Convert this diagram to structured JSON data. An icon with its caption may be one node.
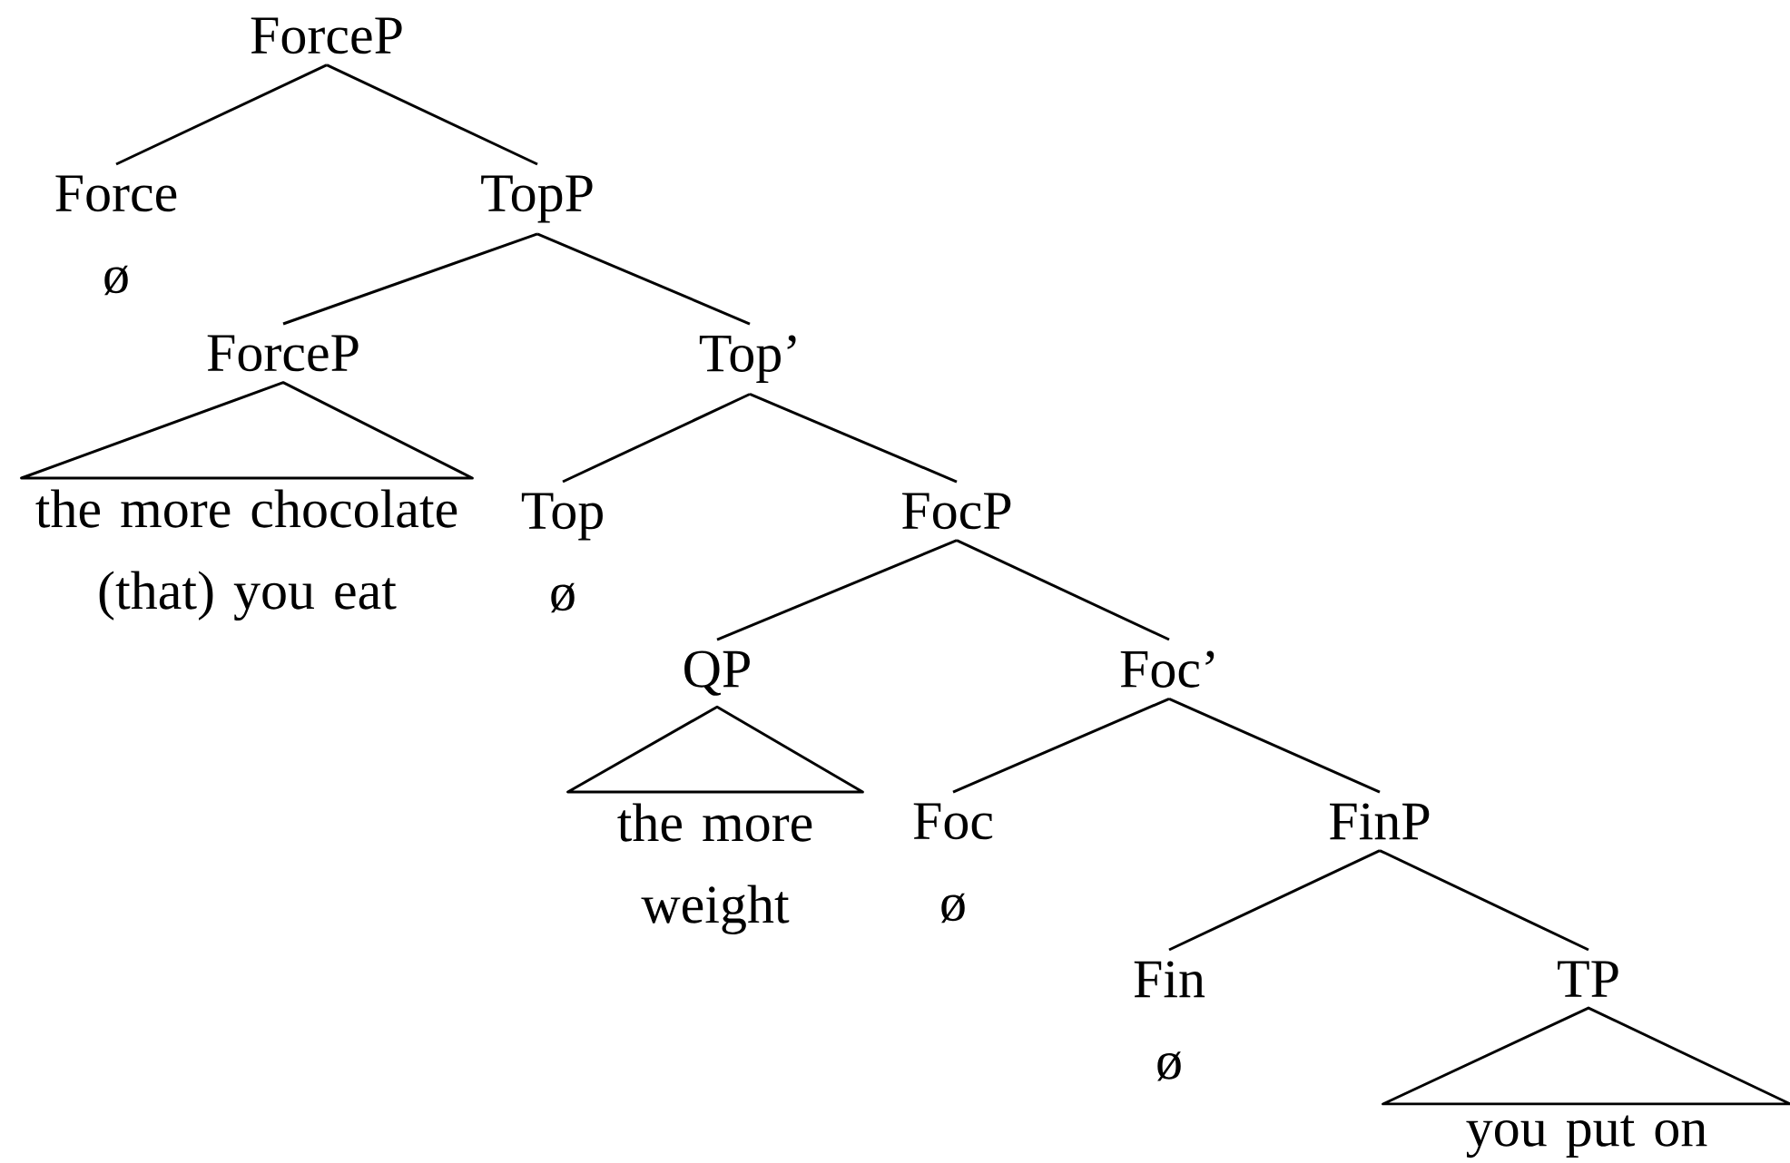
{
  "diagram": {
    "nodes": [
      {
        "text": [
          "ForceP"
        ]
      },
      {
        "text": [
          "Force",
          "ø"
        ]
      },
      {
        "text": [
          "TopP"
        ]
      },
      {
        "text": [
          "ForceP"
        ]
      },
      {
        "text": [
          "the more chocolate (that) you eat"
        ]
      },
      {
        "text": [
          "Top’"
        ]
      },
      {
        "text": [
          "Top",
          "ø"
        ]
      },
      {
        "text": [
          "FocP"
        ]
      },
      {
        "text": [
          "QP"
        ]
      },
      {
        "text": [
          "the more weight"
        ]
      },
      {
        "text": [
          "Foc’"
        ]
      },
      {
        "text": [
          "Foc",
          "ø"
        ]
      },
      {
        "text": [
          "FinP"
        ]
      },
      {
        "text": [
          "Fin",
          "ø"
        ]
      },
      {
        "text": [
          "TP"
        ]
      },
      {
        "text": [
          "you put on"
        ]
      }
    ],
    "edges": [
      {
        "from": 0,
        "to": 1,
        "arrow": "none"
      },
      {
        "from": 0,
        "to": 2,
        "arrow": "none"
      },
      {
        "from": 2,
        "to": 3,
        "arrow": "none"
      },
      {
        "from": 3,
        "to": 4,
        "arrow": "none"
      },
      {
        "from": 2,
        "to": 5,
        "arrow": "none"
      },
      {
        "from": 5,
        "to": 6,
        "arrow": "none"
      },
      {
        "from": 5,
        "to": 7,
        "arrow": "none"
      },
      {
        "from": 7,
        "to": 8,
        "arrow": "none"
      },
      {
        "from": 8,
        "to": 9,
        "arrow": "none"
      },
      {
        "from": 7,
        "to": 10,
        "arrow": "none"
      },
      {
        "from": 10,
        "to": 11,
        "arrow": "none"
      },
      {
        "from": 10,
        "to": 12,
        "arrow": "none"
      },
      {
        "from": 12,
        "to": 13,
        "arrow": "none"
      },
      {
        "from": 12,
        "to": 14,
        "arrow": "none"
      },
      {
        "from": 14,
        "to": 15,
        "arrow": "none"
      }
    ]
  }
}
